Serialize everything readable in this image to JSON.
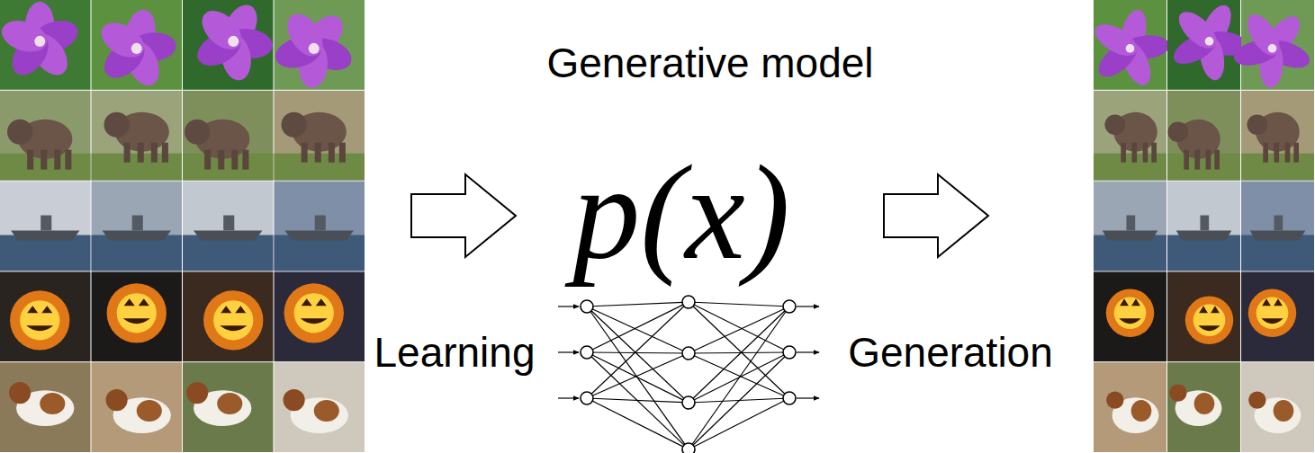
{
  "diagram": {
    "title": "Generative model",
    "labels": [
      "p(x)",
      "Learning",
      "Generation"
    ]
  }
}
